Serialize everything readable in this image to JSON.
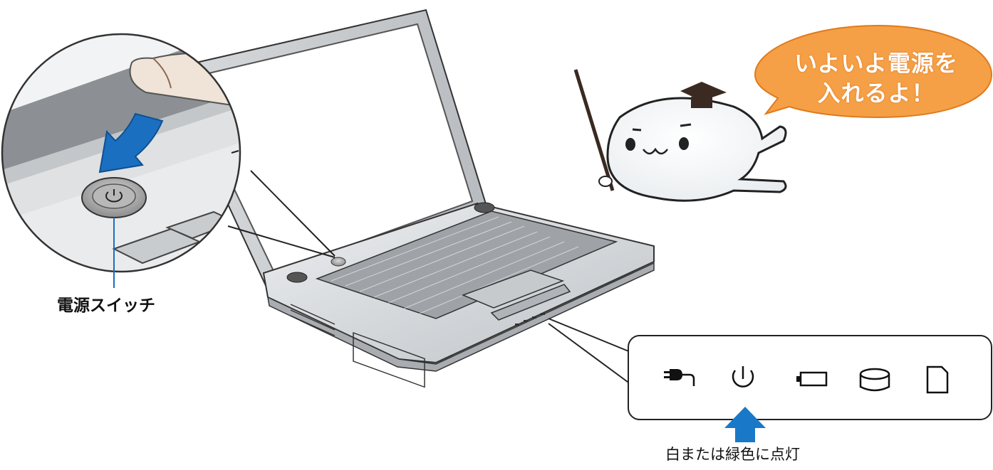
{
  "power_switch": {
    "label": "電源スイッチ"
  },
  "speech_bubble": {
    "line1": "いよいよ電源を",
    "line2": "入れるよ！"
  },
  "indicator_panel": {
    "icons": [
      "ac-adapter-icon",
      "power-icon",
      "battery-icon",
      "disk-icon",
      "memory-card-icon"
    ],
    "caption": "白または緑色に点灯",
    "arrow_color": "#1a78c8"
  },
  "colors": {
    "bubble_fill": "#f5a046",
    "bubble_stroke": "#e07a1a",
    "callout_arrow": "#1a6fc0",
    "laptop_body": "#d7d9db",
    "screen": "#ffffff"
  }
}
